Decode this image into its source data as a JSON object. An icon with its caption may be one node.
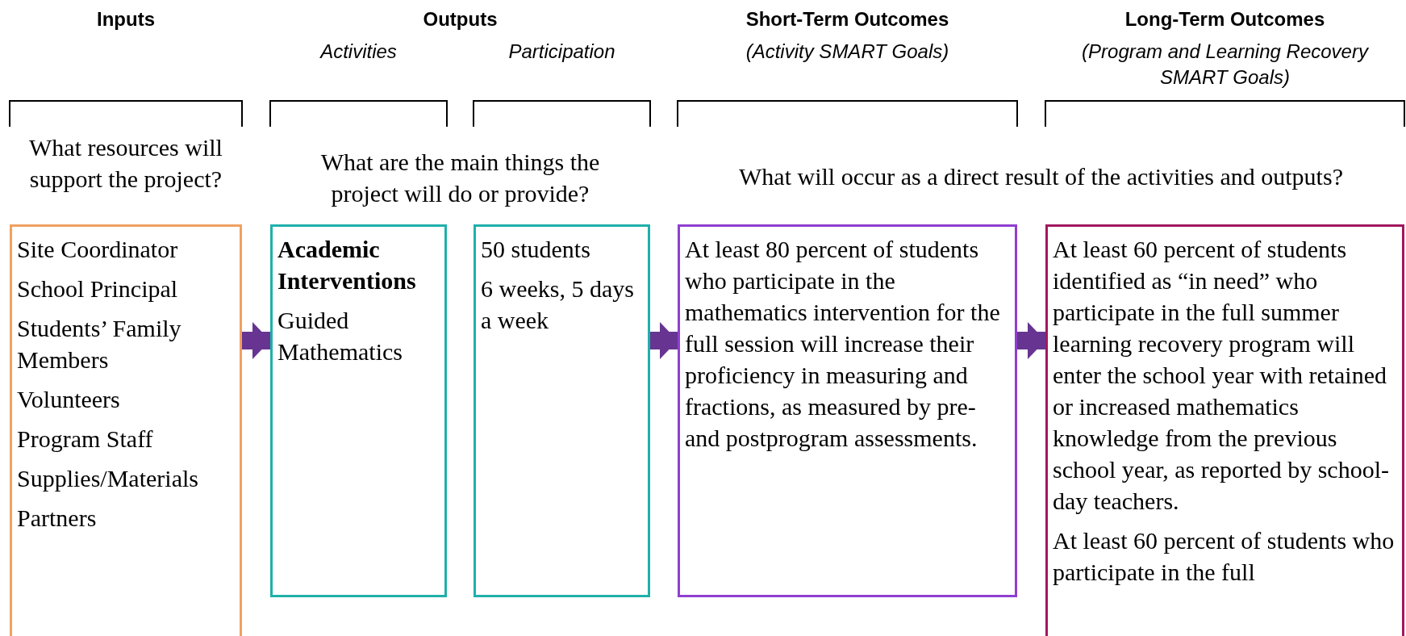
{
  "diagram": {
    "nodes": [
      {
        "text": [
          "Site Coordinator",
          "School Principal",
          "Students’ Family Members",
          "Volunteers",
          "Program Staff",
          "Supplies/Materials",
          "Partners"
        ]
      },
      {
        "text": [
          "Academic Interventions",
          "Guided Mathematics"
        ]
      },
      {
        "text": [
          "50 students",
          "6 weeks, 5 days a week"
        ]
      },
      {
        "text": [
          "At least 80 percent of students who participate in the mathematics intervention for the full session will increase their proficiency in measuring and fractions, as measured by pre- and postprogram assessments."
        ]
      },
      {
        "text": [
          "At least 60 percent of students identified as “in need” who participate in the full summer learning recovery program will enter the school year with retained or increased mathematics knowledge from the previous school year, as reported by school-day teachers.",
          "At least 60 percent of students who participate in the full"
        ]
      }
    ],
    "edges": [
      {
        "from": 0,
        "to": 1,
        "arrow": "to"
      },
      {
        "from": 2,
        "to": 3,
        "arrow": "to"
      },
      {
        "from": 3,
        "to": 4,
        "arrow": "to"
      }
    ],
    "labels": [
      "Inputs",
      "Outputs",
      "Activities",
      "Participation",
      "Short-Term Outcomes",
      "(Activity SMART Goals)",
      "Long-Term Outcomes",
      "(Program and Learning Recovery SMART Goals)",
      "What resources will support the project?",
      "What are the main things the project will do or provide?",
      "What will occur as a direct result of the activities and outputs?"
    ]
  }
}
